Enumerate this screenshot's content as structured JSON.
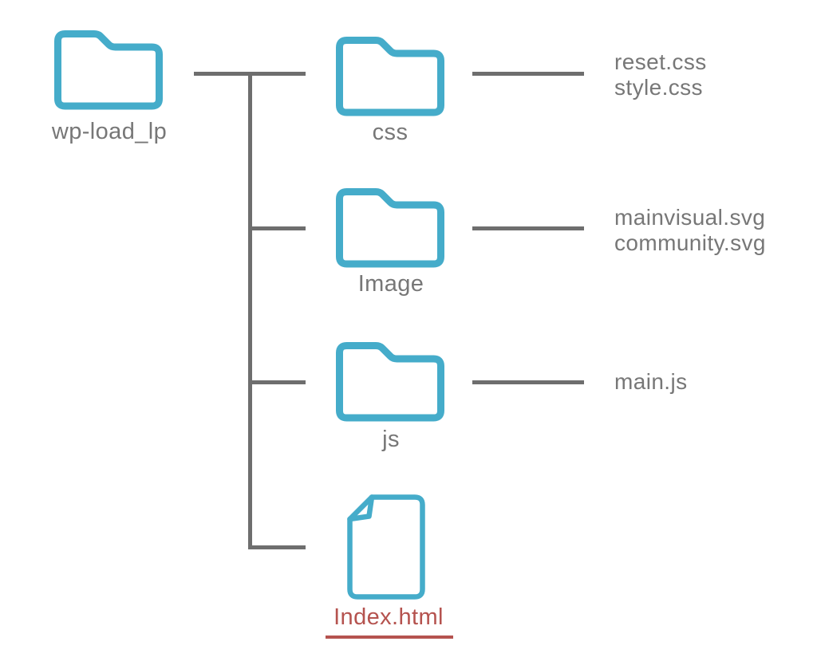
{
  "diagram": {
    "root": {
      "label": "wp-load_lp",
      "icon": "folder"
    },
    "rows": [
      {
        "label": "css",
        "icon": "folder",
        "files": [
          "reset.css",
          "style.css"
        ]
      },
      {
        "label": "Image",
        "icon": "folder",
        "files": [
          "mainvisual.svg",
          "community.svg"
        ]
      },
      {
        "label": "js",
        "icon": "folder",
        "files": [
          "main.js"
        ]
      },
      {
        "label": "Index.html",
        "icon": "file",
        "files": [],
        "highlighted": true
      }
    ],
    "colors": {
      "accent": "#45ACCA",
      "line": "#6E6E6E",
      "label": "#777777",
      "highlight": "#B5534F"
    }
  }
}
